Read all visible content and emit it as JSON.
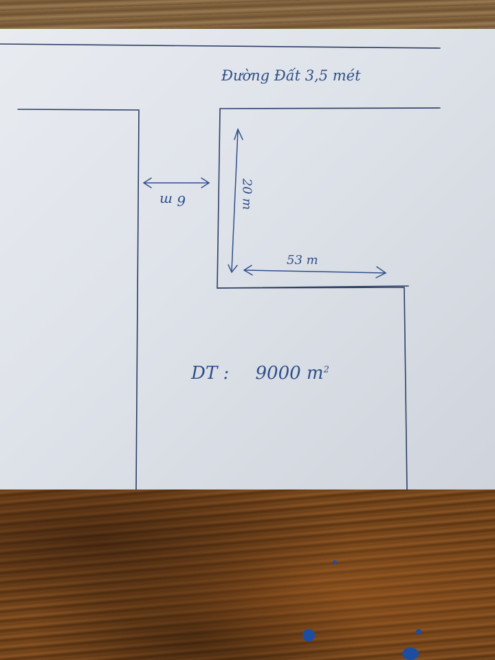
{
  "photo": {
    "subject": "hand-drawn land plot sketch on paper over wooden table",
    "road_label": "Đường Đất 3,5 mét",
    "width_label": "6 m",
    "height_label": "20 m",
    "frontage_label": "53 m",
    "area_label": "DT :",
    "area_value": "9000 m",
    "area_superscript": "2"
  },
  "colors": {
    "ink": "#2f4f8a",
    "paper": "#e2e6ec",
    "wood": "#6b4a2a"
  }
}
